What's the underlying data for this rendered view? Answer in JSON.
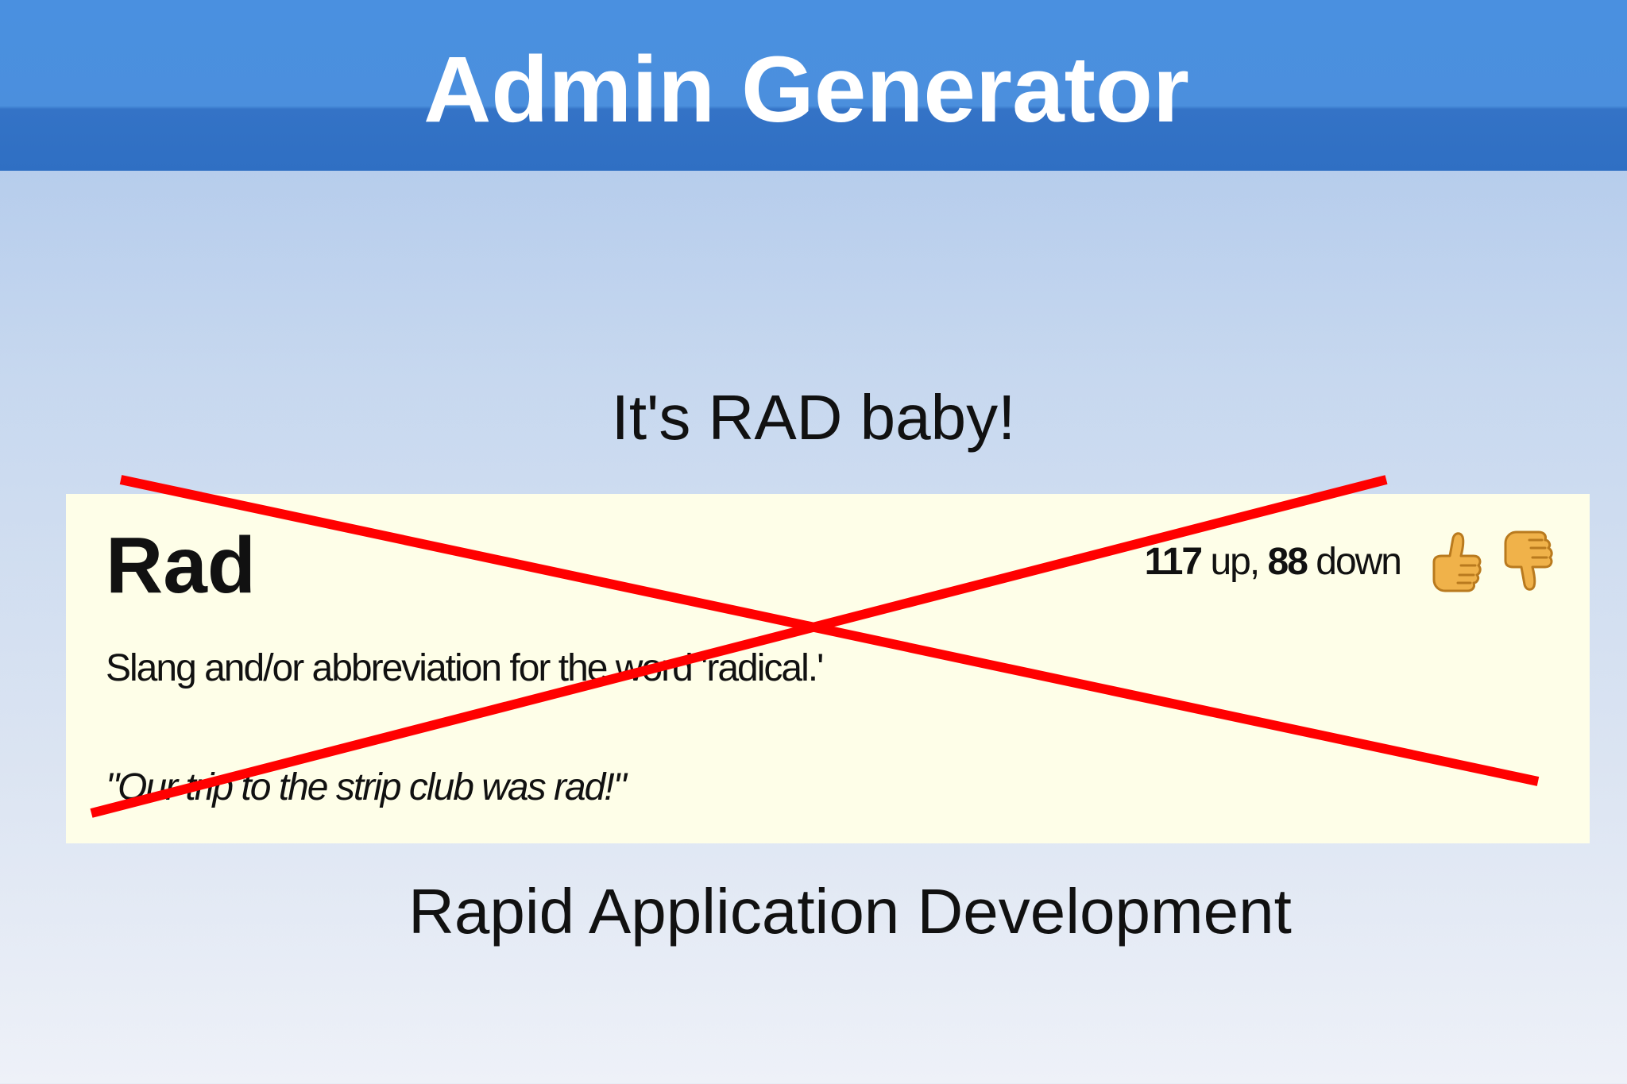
{
  "slide": {
    "title": "Admin Generator",
    "tagline": "It's RAD baby!",
    "subtitle": "Rapid Application Development"
  },
  "definition": {
    "word": "Rad",
    "votes_up_count": "117",
    "votes_up_label": " up, ",
    "votes_down_count": "88",
    "votes_down_label": " down",
    "meaning": "Slang and/or abbreviation for the word 'radical.'",
    "example": "\"Our trip to the strip club was rad!\""
  },
  "icons": {
    "thumbs_up": "thumbs-up-icon",
    "thumbs_down": "thumbs-down-icon"
  },
  "colors": {
    "title_bar": "#4a90e0",
    "cross_out": "#ff0000",
    "card_background": "#fefee8"
  }
}
